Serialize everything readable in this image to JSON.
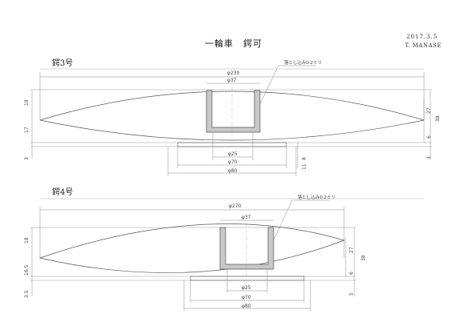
{
  "header": {
    "title": "一輪車　鍔可",
    "date": "2017.3.5",
    "author": "T. MANASE"
  },
  "parts": [
    {
      "label": "鍔3号",
      "note": "落とし込み0.2ミリ",
      "dims": {
        "outer_dia": "φ230",
        "cup_dia": "φ37",
        "hole_dia": "φ25",
        "boss_dia": "φ70",
        "base_dia": "φ80",
        "left_top": "18",
        "left_mid": "17",
        "left_bot": "3",
        "right_27": "27",
        "right_38": "38",
        "right_6": "6",
        "right_3": "3",
        "center_thk": "8",
        "center_11": "11"
      }
    },
    {
      "label": "鍔4号",
      "note": "落とし込み0.2ミリ",
      "dims": {
        "outer_dia": "φ270",
        "cup_dia": "φ37",
        "hole_dia": "φ25",
        "boss_dia": "φ70",
        "base_dia": "φ80",
        "left_top": "18",
        "left_mid": "16.5",
        "left_bot": "3.5",
        "right_27": "27",
        "right_38": "38",
        "right_6": "6",
        "right_5": "5"
      }
    }
  ]
}
